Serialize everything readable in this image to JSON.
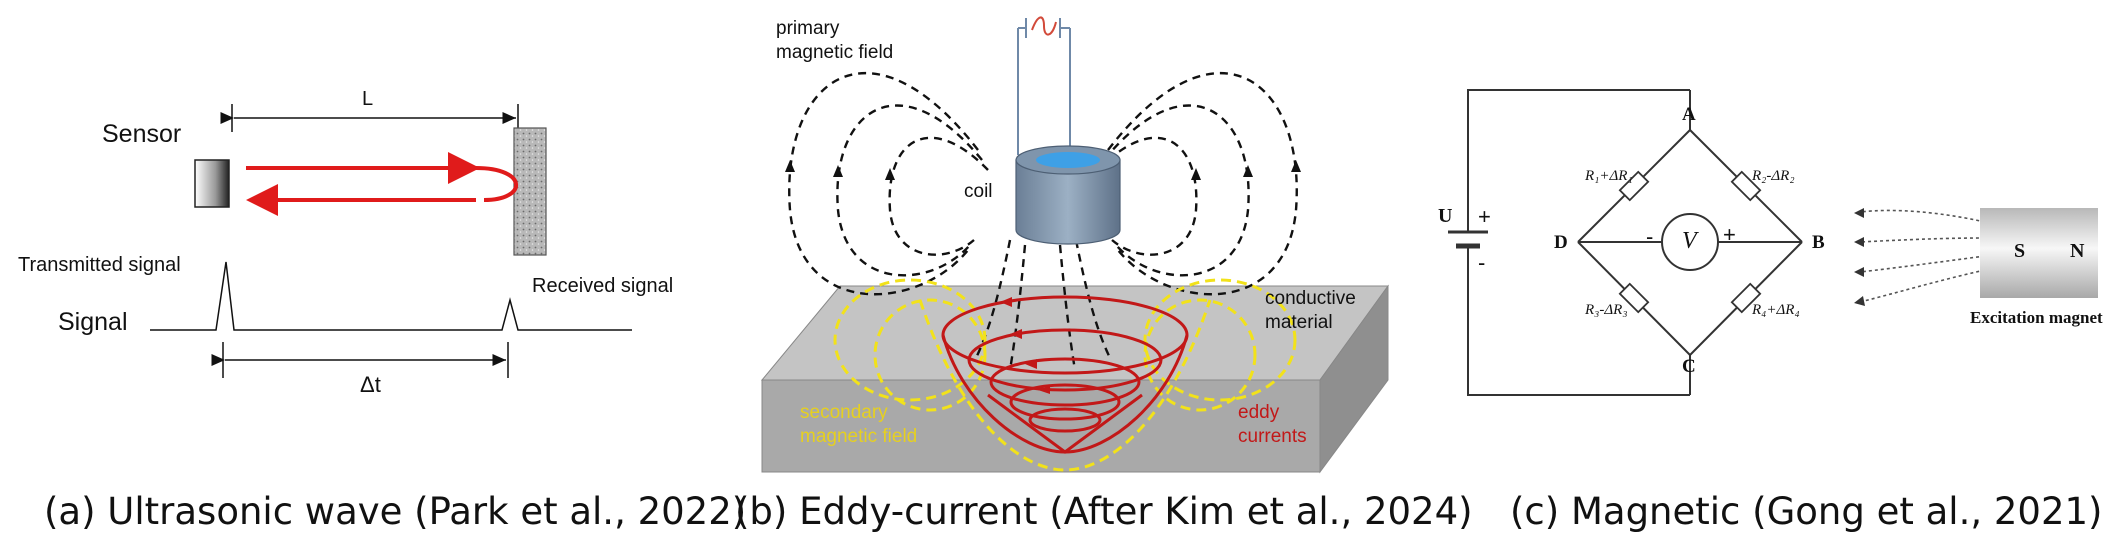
{
  "panel_a": {
    "length_label": "L",
    "sensor_label": "Sensor",
    "transmitted_label": "Transmitted signal",
    "received_label": "Received signal",
    "signal_label": "Signal",
    "delta_t_label": "Δt",
    "caption": "(a) Ultrasonic wave (Park et al., 2022)",
    "colors": {
      "beam": "#e01b1b",
      "wall": "#8a8a8a"
    }
  },
  "panel_b": {
    "primary_label_1": "primary",
    "primary_label_2": "magnetic field",
    "coil_label": "coil",
    "conductive_label_1": "conductive",
    "conductive_label_2": "material",
    "secondary_label_1": "secondary",
    "secondary_label_2": "magnetic field",
    "eddy_label_1": "eddy",
    "eddy_label_2": "currents",
    "caption": "(b) Eddy-current (After Kim et al., 2024)",
    "colors": {
      "eddy": "#c21818",
      "secondary": "#f2e21a",
      "coil": "#7d92a8",
      "block": "#b4b4b4"
    }
  },
  "panel_c": {
    "node_a": "A",
    "node_b": "B",
    "node_c": "C",
    "node_d": "D",
    "voltage_label": "U",
    "plus_sign": "+",
    "minus_sign": "-",
    "meter_label": "V",
    "meter_minus": "-",
    "meter_plus": "+",
    "r1_label": "R₁+ΔR₁",
    "r2_label": "R₂-ΔR₂",
    "r3_label": "R₃-ΔR₃",
    "r4_label": "R₄+ΔR₄",
    "magnet_s": "S",
    "magnet_n": "N",
    "magnet_label": "Excitation magnet",
    "caption": "(c) Magnetic (Gong et al., 2021)"
  }
}
